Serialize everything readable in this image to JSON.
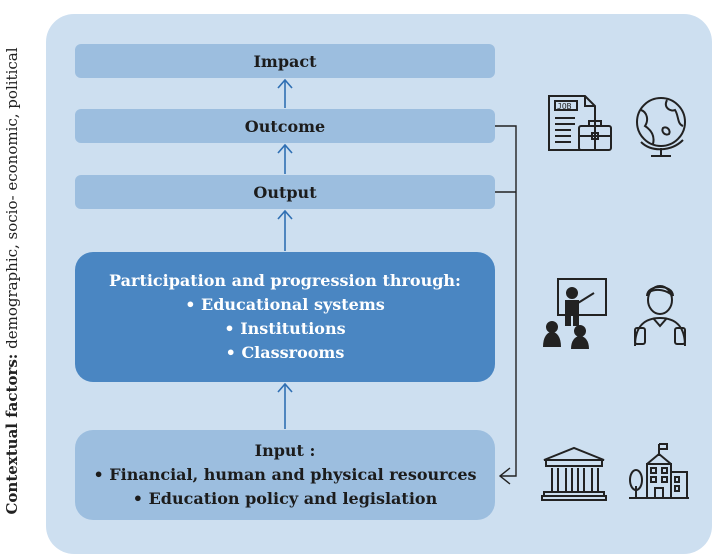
{
  "side_label": {
    "bold": "Contextual factors:",
    "rest": " demographic, socio- economic, political"
  },
  "levels": {
    "impact": "Impact",
    "outcome": "Outcome",
    "output": "Output"
  },
  "participation": {
    "title": "Participation and progression through:",
    "items": [
      "• Educational systems",
      "• Institutions",
      "• Classrooms"
    ]
  },
  "input": {
    "title": "Input :",
    "items": [
      "• Financial, human and physical resources",
      "• Education policy and legislation"
    ]
  },
  "icons": [
    "job-document-icon",
    "globe-icon",
    "teacher-classroom-icon",
    "student-icon",
    "government-building-icon",
    "school-building-icon"
  ]
}
